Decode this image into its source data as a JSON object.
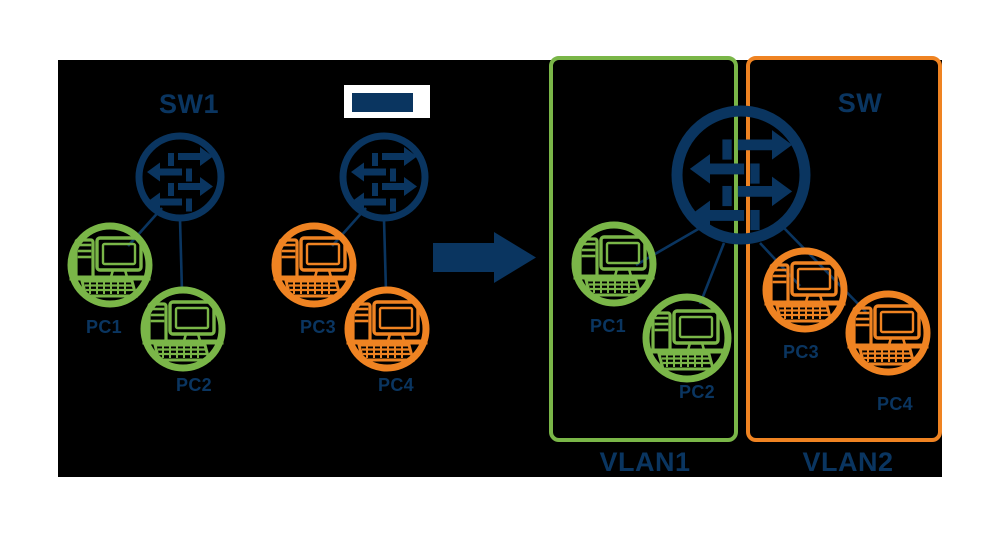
{
  "diagram": {
    "title_visible": false,
    "background": "#000000",
    "page_background": "#ffffff",
    "colors": {
      "blue": "#0a3560",
      "green": "#7ab648",
      "orange": "#ef8322",
      "black": "#000000",
      "white": "#ffffff"
    }
  },
  "left_scene": {
    "switch1": {
      "label": "SW1",
      "icon": "network-switch-icon",
      "color": "#0a3560"
    },
    "switch2": {
      "label": "",
      "label_redacted": true,
      "icon": "network-switch-icon",
      "color": "#0a3560"
    },
    "hosts": [
      {
        "label": "PC1",
        "icon": "desktop-computer-icon",
        "ring_color": "#7ab648",
        "group": "green"
      },
      {
        "label": "PC2",
        "icon": "desktop-computer-icon",
        "ring_color": "#7ab648",
        "group": "green"
      },
      {
        "label": "PC3",
        "icon": "desktop-computer-icon",
        "ring_color": "#ef8322",
        "group": "orange"
      },
      {
        "label": "PC4",
        "icon": "desktop-computer-icon",
        "ring_color": "#ef8322",
        "group": "orange"
      }
    ]
  },
  "transition": {
    "icon": "right-arrow-icon",
    "color": "#0a3560"
  },
  "right_scene": {
    "switch": {
      "label": "SW",
      "icon": "network-switch-icon",
      "color": "#0a3560"
    },
    "vlans": [
      {
        "label": "VLAN1",
        "border_color": "#7ab648",
        "members": [
          "PC1",
          "PC2"
        ]
      },
      {
        "label": "VLAN2",
        "border_color": "#ef8322",
        "members": [
          "PC3",
          "PC4"
        ]
      }
    ],
    "hosts": [
      {
        "label": "PC1",
        "icon": "desktop-computer-icon",
        "ring_color": "#7ab648",
        "vlan": "VLAN1"
      },
      {
        "label": "PC2",
        "icon": "desktop-computer-icon",
        "ring_color": "#7ab648",
        "vlan": "VLAN1"
      },
      {
        "label": "PC3",
        "icon": "desktop-computer-icon",
        "ring_color": "#ef8322",
        "vlan": "VLAN2"
      },
      {
        "label": "PC4",
        "icon": "desktop-computer-icon",
        "ring_color": "#ef8322",
        "vlan": "VLAN2"
      }
    ]
  }
}
